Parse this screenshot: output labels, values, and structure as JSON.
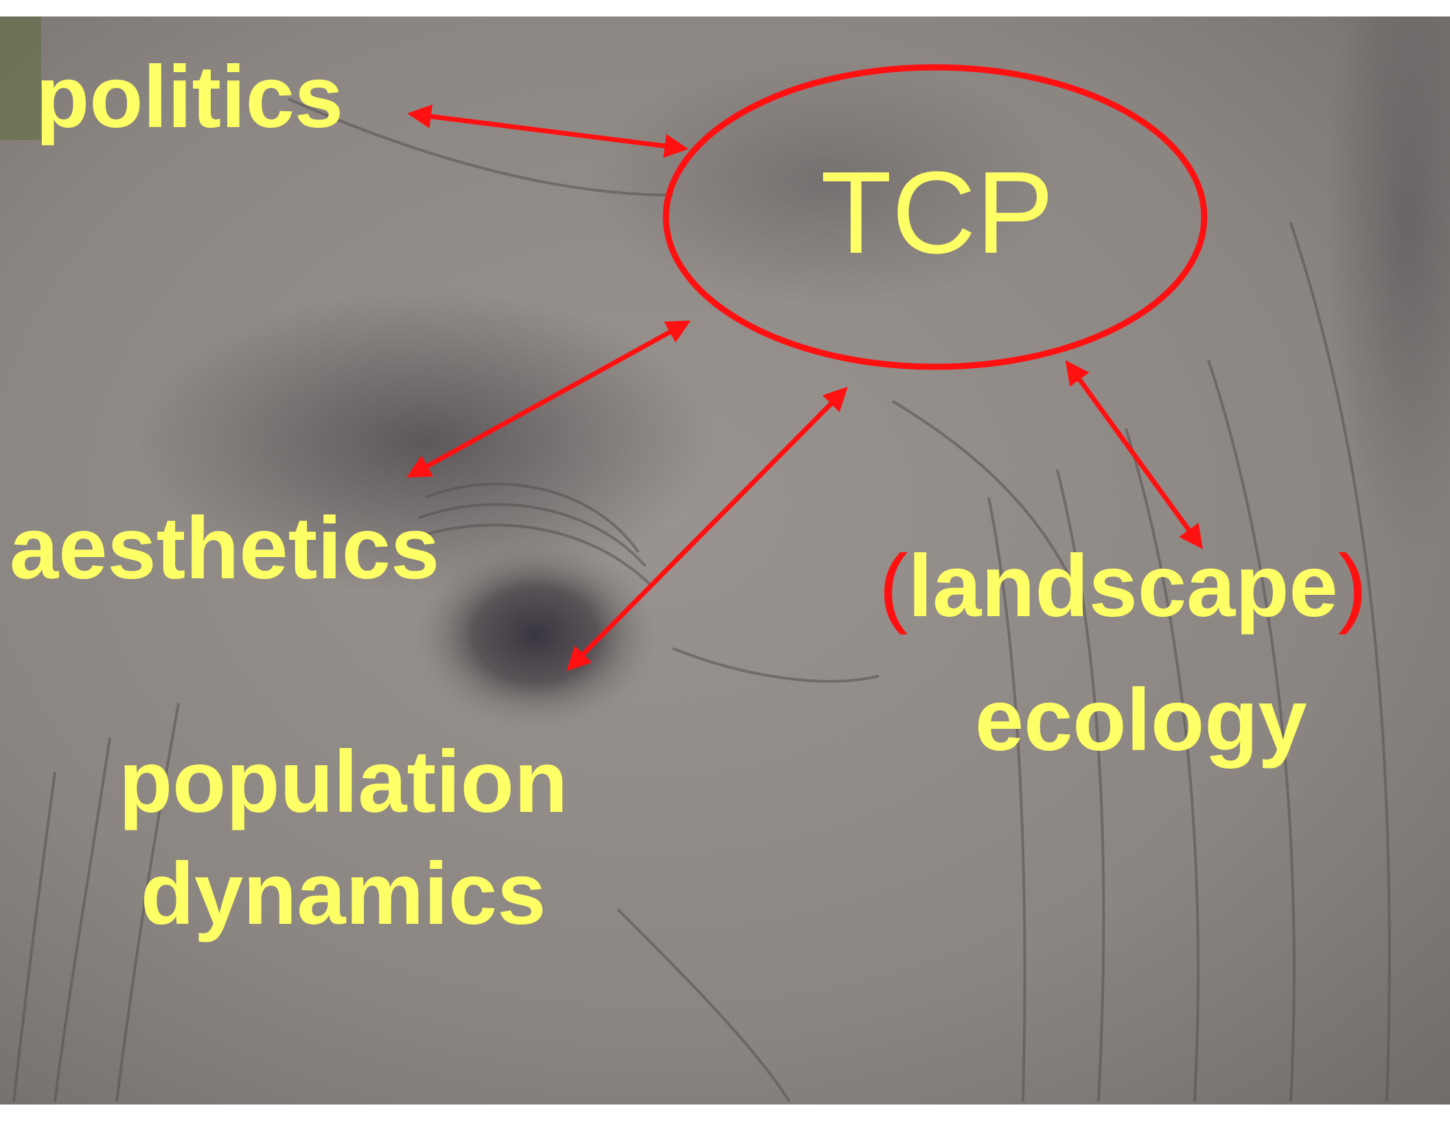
{
  "center": {
    "label": "TCP"
  },
  "topics": {
    "politics": "politics",
    "aesthetics": "aesthetics",
    "population": "population",
    "dynamics": "dynamics",
    "landscape_open": "(",
    "landscape": "landscape",
    "landscape_close": ")",
    "ecology": "ecology"
  },
  "colors": {
    "text": "#ffff66",
    "connector": "#ff1111",
    "background_photo": "elephant-skin-closeup"
  }
}
